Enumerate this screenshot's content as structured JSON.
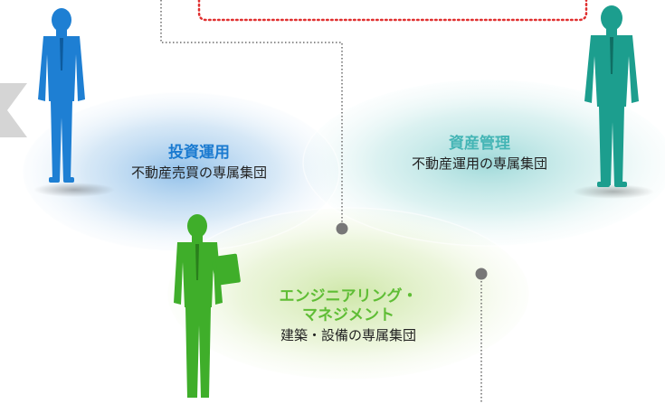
{
  "colors": {
    "investment": "#1a7ad0",
    "asset": "#44b5b5",
    "engineering": "#5fbd35",
    "callout_border": "#e03030",
    "connector": "#6a6a6a"
  },
  "circles": {
    "investment": {
      "title": "投資運用",
      "subtitle": "不動産売買の専属集団"
    },
    "asset": {
      "title": "資産管理",
      "subtitle": "不動産運用の専属集団"
    },
    "engineering": {
      "title_line1": "エンジニアリング・",
      "title_line2": "マネジメント",
      "subtitle": "建築・設備の専属集団"
    }
  },
  "icons": {
    "left_figure": "businessman-silhouette-icon",
    "right_figure": "businessman-silhouette-icon",
    "bottom_figure": "businessman-with-clipboard-icon",
    "left_arrow": "chevron-left-icon"
  }
}
